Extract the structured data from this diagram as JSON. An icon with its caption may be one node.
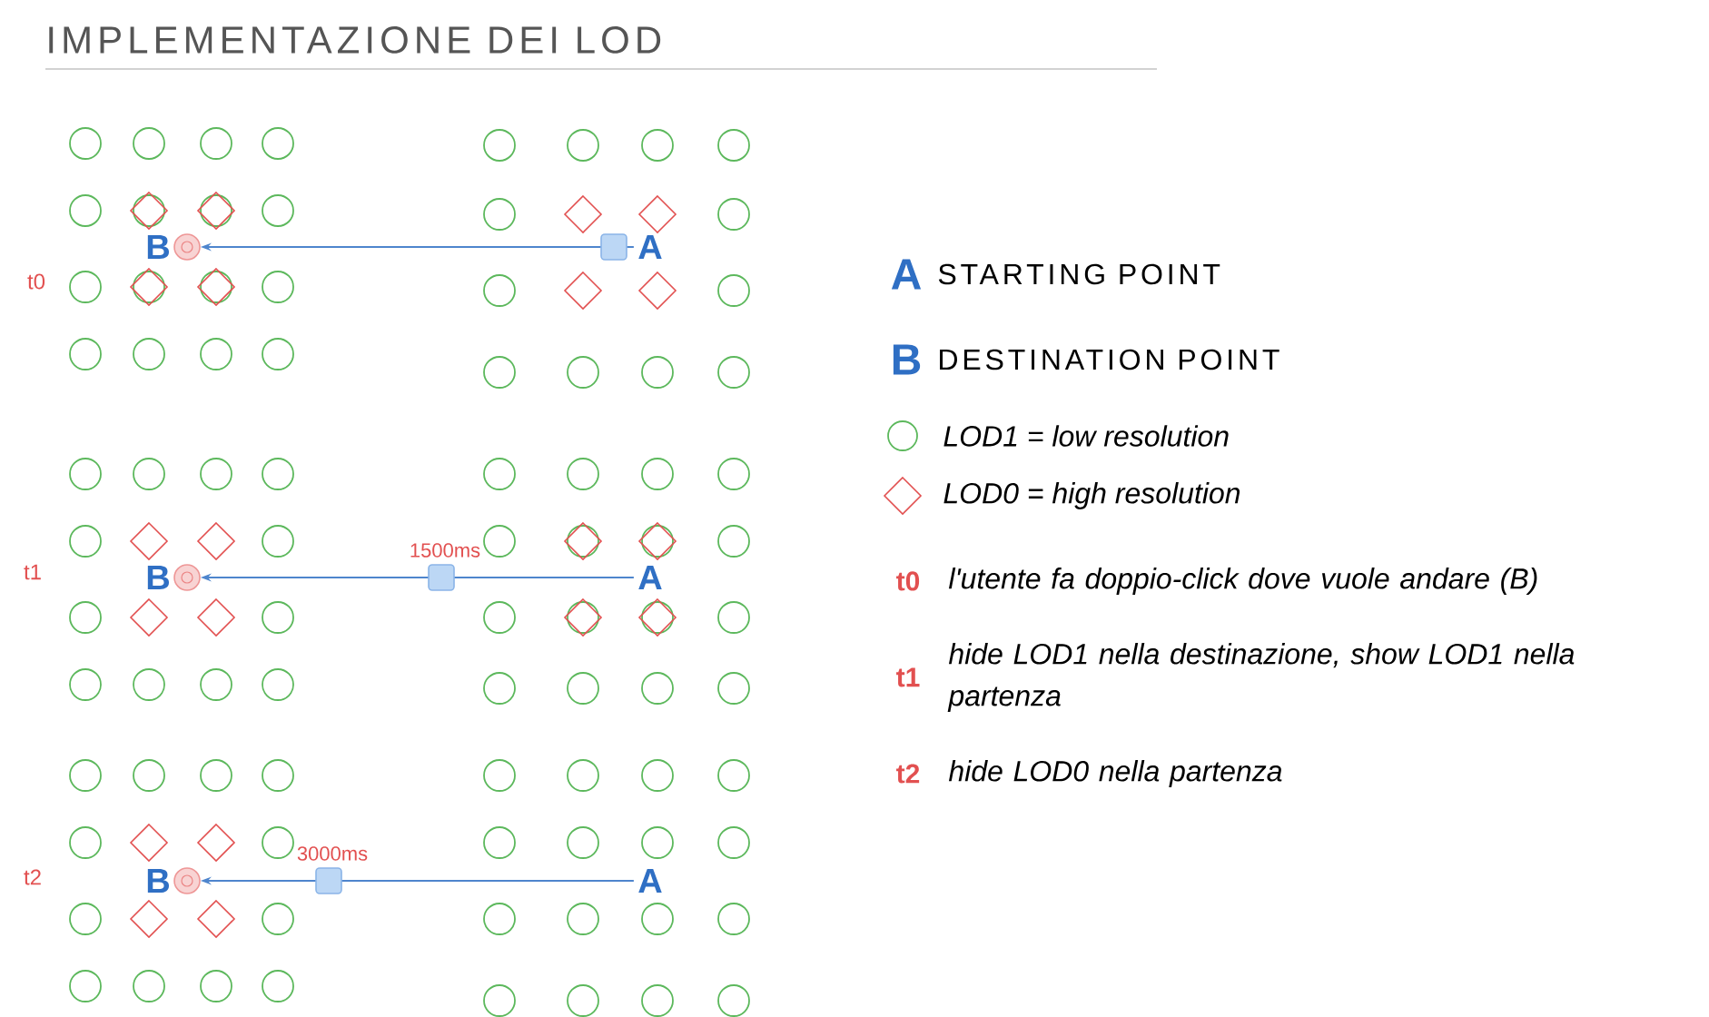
{
  "diagram": {
    "title": "IMPLEMENTAZIONE DEI LOD",
    "nodes": [
      {
        "text": [
          "B"
        ]
      },
      {
        "text": [],
        "shape": "circle"
      },
      {
        "text": [
          "A"
        ]
      },
      {
        "text": [
          "B"
        ]
      },
      {
        "text": [],
        "shape": "circle"
      },
      {
        "text": [
          "A"
        ]
      },
      {
        "text": [
          "B"
        ]
      },
      {
        "text": [],
        "shape": "circle"
      },
      {
        "text": [
          "A"
        ]
      }
    ],
    "edges": [
      {
        "from": 2,
        "to": 1,
        "arrow": "to"
      },
      {
        "from": 5,
        "to": 4,
        "arrow": "to",
        "label": "1500ms"
      },
      {
        "from": 8,
        "to": 7,
        "arrow": "to",
        "label": "3000ms"
      }
    ],
    "labels": [
      "t0",
      "t1",
      "t2",
      "A",
      "STARTING POINT",
      "B",
      "DESTINATION POINT",
      "t0",
      "l'utente fa doppio-click dove vuole andare (B)",
      "t1",
      "hide LOD1 nella destinazione, show LOD1 nella partenza",
      "t2",
      "hide LOD0 nella partenza"
    ],
    "legend": [
      {
        "text": "LOD1 = low resolution"
      },
      {
        "text": "LOD0 = high resolution"
      }
    ]
  }
}
